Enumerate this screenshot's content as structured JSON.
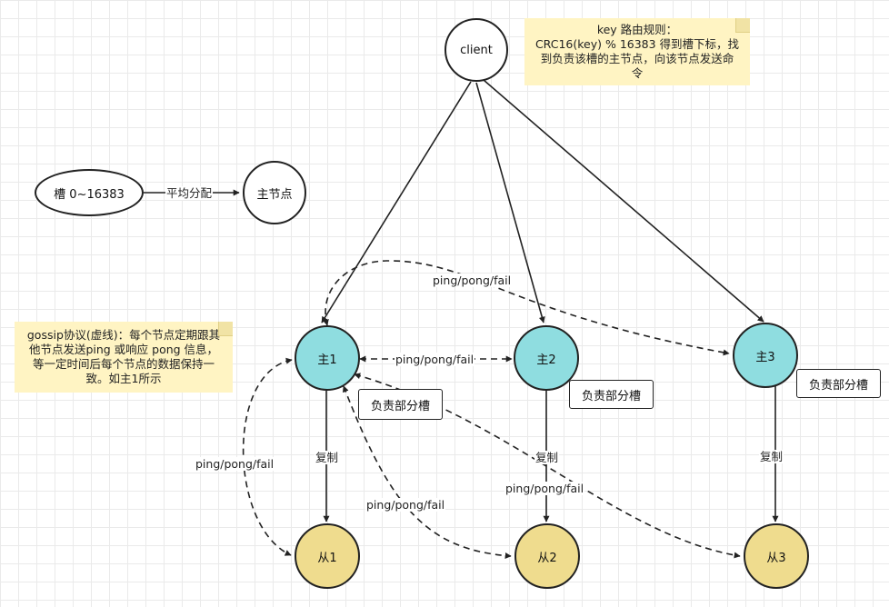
{
  "nodes": {
    "client": "client",
    "slot": "槽 0~16383",
    "master_node": "主节点",
    "master1": "主1",
    "master2": "主2",
    "master3": "主3",
    "slave1": "从1",
    "slave2": "从2",
    "slave3": "从3"
  },
  "edge_labels": {
    "even_distribute": "平均分配",
    "ping_top": "ping/pong/fail",
    "ping_m1_m2": "ping/pong/fail",
    "ping_left": "ping/pong/fail",
    "ping_m1_s2": "ping/pong/fail",
    "ping_m1_s3": "ping/pong/fail",
    "replicate_1": "复制",
    "replicate_2": "复制",
    "replicate_3": "复制"
  },
  "boxes": {
    "slots_m1": "负责部分槽",
    "slots_m2": "负责部分槽",
    "slots_m3": "负责部分槽"
  },
  "notes": {
    "routing": [
      "key 路由规则：",
      "CRC16(key) % 16383 得到槽下标，找",
      "到负责该槽的主节点，向该节点发送命",
      "令"
    ],
    "gossip": [
      "gossip协议(虚线)：每个节点定期跟其",
      "他节点发送ping 或响应 pong 信息，",
      "等一定时间后每个节点的数据保持一",
      "致。如主1所示"
    ]
  },
  "colors": {
    "master": "#8fdde0",
    "slave": "#efdc8e",
    "note": "#fff4c3",
    "line": "#222222"
  }
}
